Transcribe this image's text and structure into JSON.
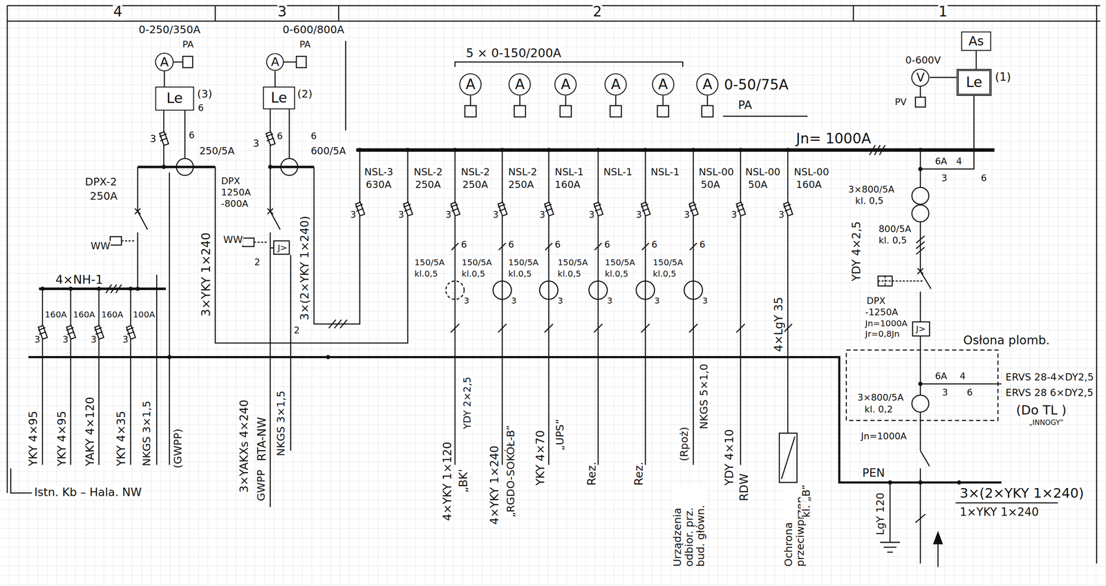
{
  "diagram": {
    "nodes": [
      {
        "text": [
          "A"
        ]
      },
      {
        "text": [
          "Le"
        ]
      },
      {
        "text": [
          "A"
        ]
      },
      {
        "text": [
          "Le"
        ]
      },
      {
        "text": [
          "A"
        ]
      },
      {
        "text": [
          "A"
        ]
      },
      {
        "text": [
          "A"
        ]
      },
      {
        "text": [
          "A"
        ]
      },
      {
        "text": [
          "A"
        ]
      },
      {
        "text": [
          "A"
        ]
      },
      {
        "text": [
          "As"
        ]
      },
      {
        "text": [
          "V"
        ]
      },
      {
        "text": [
          "Le"
        ]
      }
    ],
    "edges": [
      {
        "from": 0,
        "to": 1,
        "arrow": "none"
      },
      {
        "from": 2,
        "to": 3,
        "arrow": "none"
      },
      {
        "from": 11,
        "to": 12,
        "arrow": "none"
      },
      {
        "from": 10,
        "to": 12,
        "arrow": "none"
      }
    ],
    "labels": [
      "4",
      "3",
      "2",
      "1",
      "0-250/350A",
      "PA",
      "(3)",
      "6",
      "3",
      "6",
      "250/5A",
      "DPX-2",
      "250A",
      "WW",
      "4×NH-1",
      "160A",
      "160A",
      "160A",
      "100A",
      "3",
      "3",
      "3",
      "3",
      "YKY 4×95",
      "YKY 4×95",
      "YAKY 4×120",
      "YKY 4×35",
      "NKGS 3×1,5",
      "(GWPP)",
      "Istn. Kb – Hala. NW",
      "0-600/800A",
      "PA",
      "(2)",
      "6",
      "6",
      "3",
      "600/5A",
      "DPX",
      "1250A",
      "-800A",
      "WW",
      "J>",
      "2",
      "2",
      "3×YKY 1×240",
      "3×(2×YKY 1×240)",
      "3×YAKXs 4×240",
      "RTA-NW",
      "GWPP",
      "NKGS 3×1,5",
      "5 × 0-150/200A",
      "0-50/75A",
      "PA",
      "Jn= 1000A",
      "NSL-3",
      "630A",
      "NSL-2",
      "250A",
      "NSL-2",
      "250A",
      "NSL-2",
      "250A",
      "NSL-1",
      "160A",
      "NSL-1",
      "NSL-1",
      "NSL-00",
      "50A",
      "NSL-00",
      "50A",
      "NSL-00",
      "160A",
      "3",
      "3",
      "3",
      "3",
      "3",
      "3",
      "3",
      "3",
      "3",
      "3",
      "6",
      "6",
      "6",
      "6",
      "6",
      "6",
      "150/5A",
      "kl.0,5",
      "150/5A",
      "kl.0,5",
      "150/5A",
      "kl.0,5",
      "150/5A",
      "kl.0,5",
      "150/5A",
      "kl.0,5",
      "150/5A",
      "kl.0,5",
      "3",
      "3",
      "3",
      "3",
      "3",
      "3",
      "4×YKY 1×120",
      "„BK'",
      "YDY 2×2,5",
      "4×YKY 1×240",
      "„RGDO-SOKÓŁ-B”",
      "YKY 4×70",
      "„UPS”",
      "Rez.",
      "Rez.",
      "Urządzenia odbior. prz. bud. główn.",
      "(Rpoż)",
      "NKGS 5×1,0",
      "YDY 4×10",
      "RDW",
      "4×LgY 35",
      "Ochrona przeciwprzep.",
      "kl. „B”",
      "0-600V",
      "PV",
      "(1)",
      "6A",
      "4",
      "3",
      "6",
      "3×800/5A",
      "kl. 0,5",
      "800/5A",
      "kl. 0,5",
      "YDY 4×2,5",
      "DPX",
      "-1250A",
      "Jn=1000A",
      "Jr=0,8Jn",
      "J>",
      "Osłona plomb.",
      "6A",
      "4",
      "3",
      "6",
      "ERVS 28-4×DY2,5",
      "ERVS 28 6×DY2,5",
      "(Do TL )",
      "„INNOGY”",
      "3×800/5A",
      "kl. 0,2",
      "Jn=1000A",
      "PEN",
      "LgY 120",
      "3×(2×YKY 1×240)",
      "1×YKY 1×240"
    ]
  }
}
